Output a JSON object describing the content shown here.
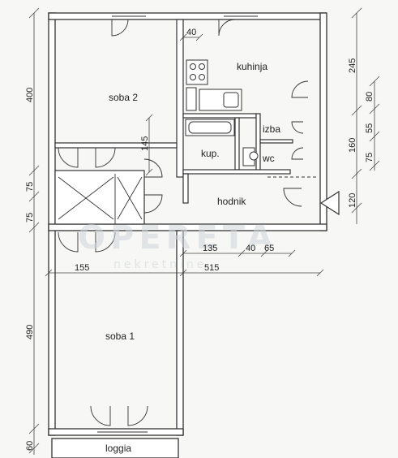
{
  "rooms": {
    "soba2": "soba 2",
    "kuhinja": "kuhinja",
    "izba": "izba",
    "kup": "kup.",
    "wc": "wc",
    "hodnik": "hodnik",
    "soba1": "soba 1",
    "loggia": "loggia"
  },
  "dimensions": {
    "d40_top": "40",
    "d245": "245",
    "d80": "80",
    "d55": "55",
    "d160": "160",
    "d75_right": "75",
    "d120": "120",
    "d400": "400",
    "d75_left_a": "75",
    "d75_left_b": "75",
    "d145": "145",
    "d135": "135",
    "d40_mid": "40",
    "d65": "65",
    "d155": "155",
    "d515": "515",
    "d490": "490",
    "d60": "60"
  },
  "watermark": {
    "brand": "OPERETA",
    "tagline": "nekretnine"
  }
}
